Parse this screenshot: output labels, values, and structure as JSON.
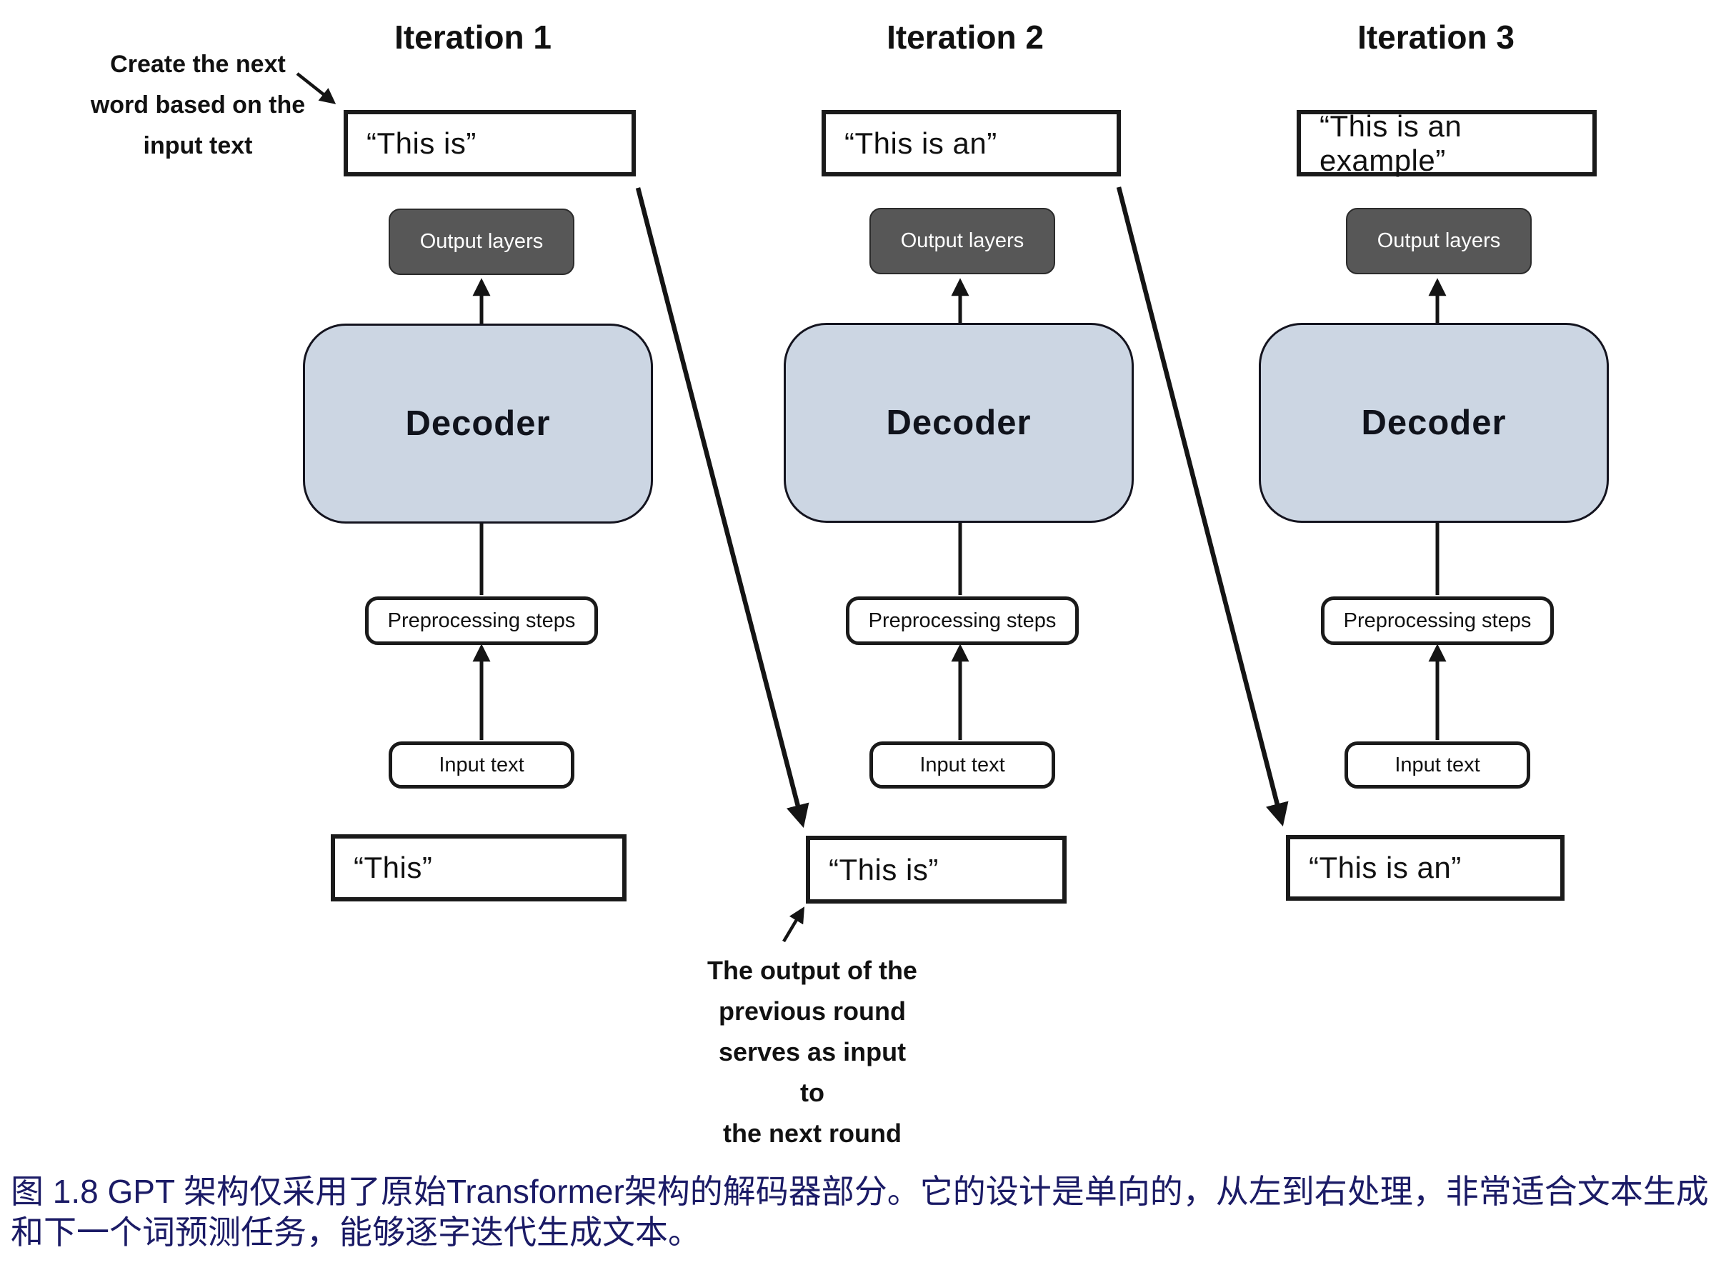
{
  "colors": {
    "decoder_fill": "#ccd6e3",
    "output_layers_fill": "#575757",
    "output_layers_text": "#ffffff",
    "box_border": "#1a1a1a",
    "arrow": "#141414",
    "caption_text": "#1b1b66"
  },
  "annotations": {
    "top_left": {
      "lines": [
        "Create the next",
        "word based on the",
        "input text"
      ]
    },
    "bottom": {
      "lines": [
        "The output of the",
        "previous round",
        "serves as input to",
        "the next round"
      ]
    }
  },
  "columns": [
    {
      "title": "Iteration 1",
      "output_text": "“This is”",
      "output_layers_label": "Output layers",
      "decoder_label": "Decoder",
      "preprocessing_label": "Preprocessing steps",
      "input_label": "Input text",
      "input_text": "“This”"
    },
    {
      "title": "Iteration 2",
      "output_text": "“This is an”",
      "output_layers_label": "Output layers",
      "decoder_label": "Decoder",
      "preprocessing_label": "Preprocessing steps",
      "input_label": "Input text",
      "input_text": "“This is”"
    },
    {
      "title": "Iteration 3",
      "output_text": "“This is an example”",
      "output_layers_label": "Output layers",
      "decoder_label": "Decoder",
      "preprocessing_label": "Preprocessing steps",
      "input_label": "Input text",
      "input_text": "“This is an”"
    }
  ],
  "caption": "图 1.8  GPT 架构仅采用了原始Transformer架构的解码器部分。它的设计是单向的，从左到右处理，非常适合文本生成和下一个词预测任务，能够逐字迭代生成文本。"
}
